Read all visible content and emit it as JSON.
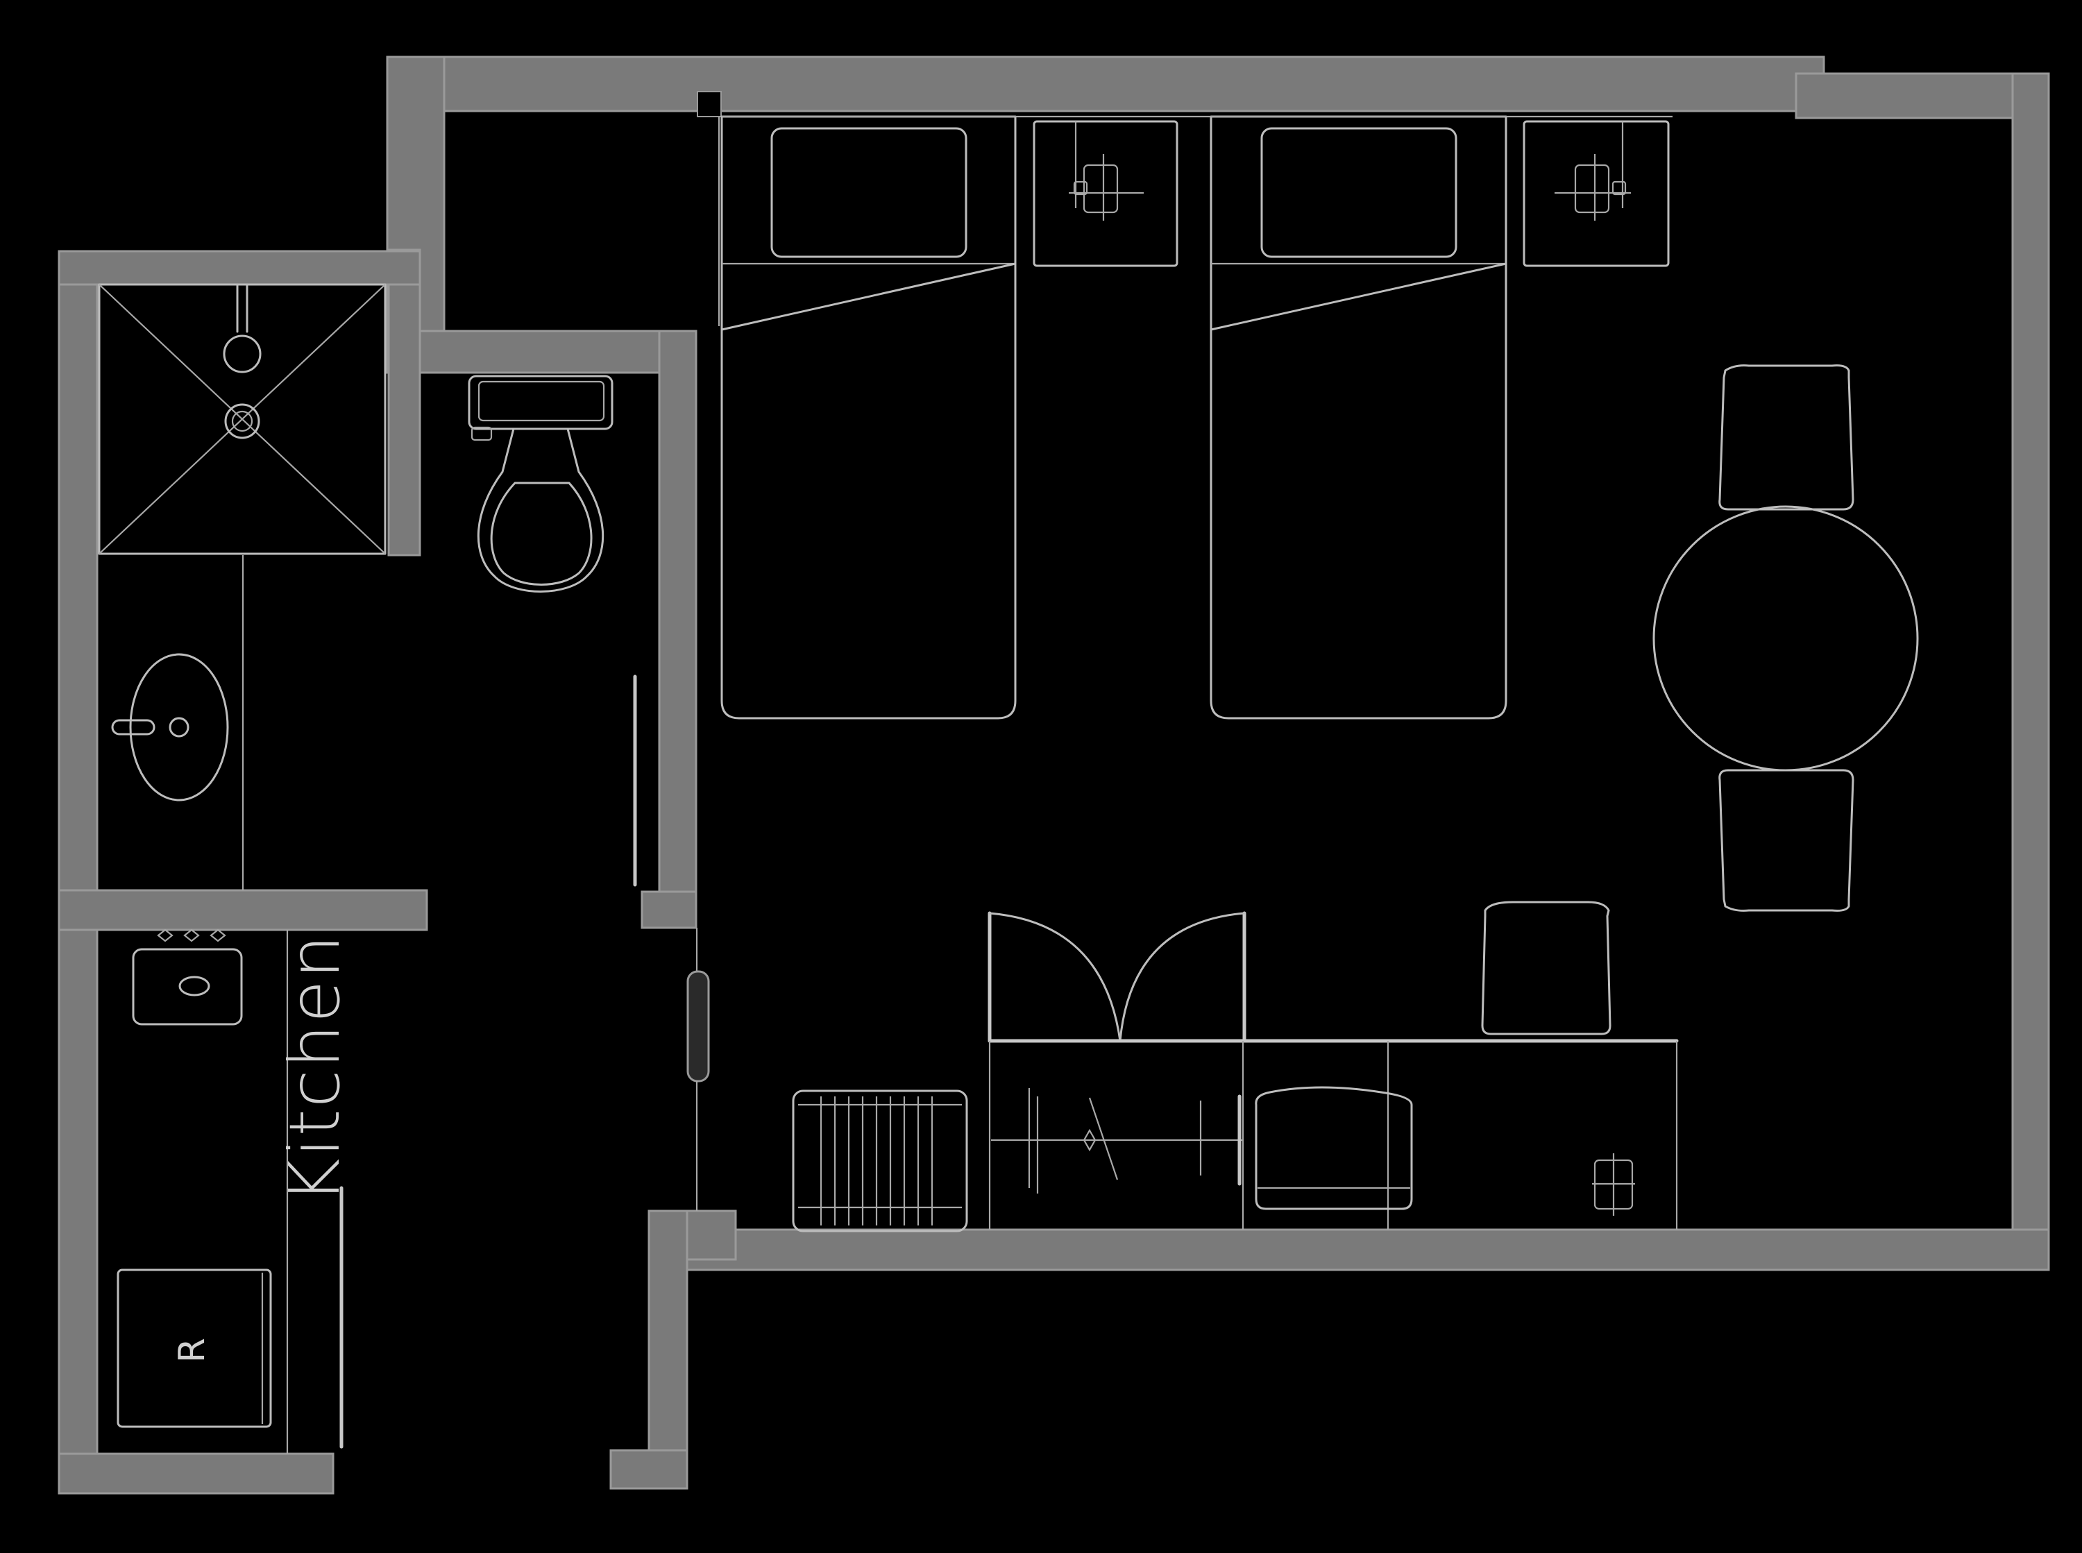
{
  "diagram": {
    "type": "floor-plan",
    "style": "cad-dark",
    "colors": {
      "background": "#000000",
      "wall_fill": "#7a7a7a",
      "wall_edge": "#9a9a9a",
      "fixture_line": "#bdbdbd"
    }
  },
  "rooms": [
    {
      "id": "kitchen",
      "label": "Kitchen"
    },
    {
      "id": "bathroom",
      "label": ""
    },
    {
      "id": "bedroom",
      "label": ""
    },
    {
      "id": "entry",
      "label": ""
    }
  ],
  "labels": {
    "kitchen": "Kitchen",
    "refrigerator": "R"
  },
  "fixtures": {
    "bathroom": [
      "shower",
      "shower-drain",
      "shower-head",
      "vanity-sink",
      "toilet",
      "sliding-door"
    ],
    "kitchen": [
      "cooktop",
      "cooktop-knobs",
      "refrigerator",
      "counter"
    ],
    "bedroom": [
      "bed-1",
      "bed-2",
      "nightstand-1",
      "nightstand-2",
      "round-dining-table",
      "dining-chair-top",
      "dining-chair-bottom",
      "double-door-wardrobe",
      "dresser-desk",
      "desk-chair",
      "armchair",
      "radiator",
      "window"
    ],
    "counts": {
      "beds": 2,
      "nightstands": 2,
      "chairs": 4,
      "tables": 1
    }
  }
}
